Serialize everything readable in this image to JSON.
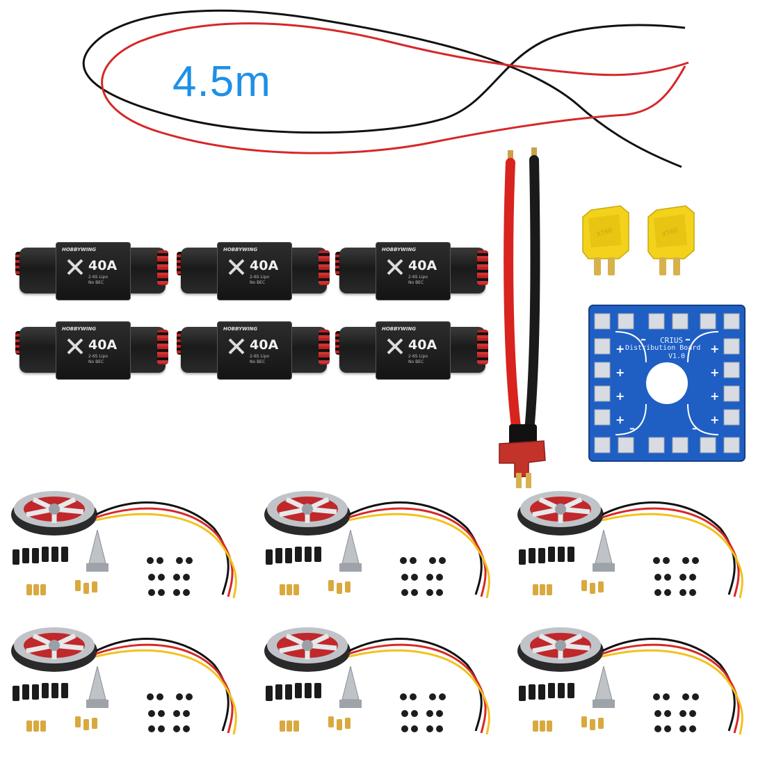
{
  "cable": {
    "length_label": "4.5m",
    "wire_colors": [
      "#d62828",
      "#111111"
    ]
  },
  "escs": [
    {
      "brand": "HOBBYWING",
      "rating": "40A",
      "line1": "2-6S Lipo",
      "line2": "No BEC"
    },
    {
      "brand": "HOBBYWING",
      "rating": "40A",
      "line1": "2-6S Lipo",
      "line2": "No BEC"
    },
    {
      "brand": "HOBBYWING",
      "rating": "40A",
      "line1": "2-6S Lipo",
      "line2": "No BEC"
    },
    {
      "brand": "HOBBYWING",
      "rating": "40A",
      "line1": "2-6S Lipo",
      "line2": "No BEC"
    },
    {
      "brand": "HOBBYWING",
      "rating": "40A",
      "line1": "2-6S Lipo",
      "line2": "No BEC"
    },
    {
      "brand": "HOBBYWING",
      "rating": "40A",
      "line1": "2-6S Lipo",
      "line2": "No BEC"
    }
  ],
  "xt60": {
    "label": "XT60",
    "color": "#f2d21b"
  },
  "pdb": {
    "title_line1": "CRIUS",
    "title_line2": "Distribution Board",
    "title_line3": "V1.0",
    "board_color": "#1f5fc4"
  },
  "motors": {
    "count": 6,
    "wire_colors": [
      "#111111",
      "#d62828",
      "#f2c21b"
    ],
    "accent_color": "#c0282b"
  }
}
